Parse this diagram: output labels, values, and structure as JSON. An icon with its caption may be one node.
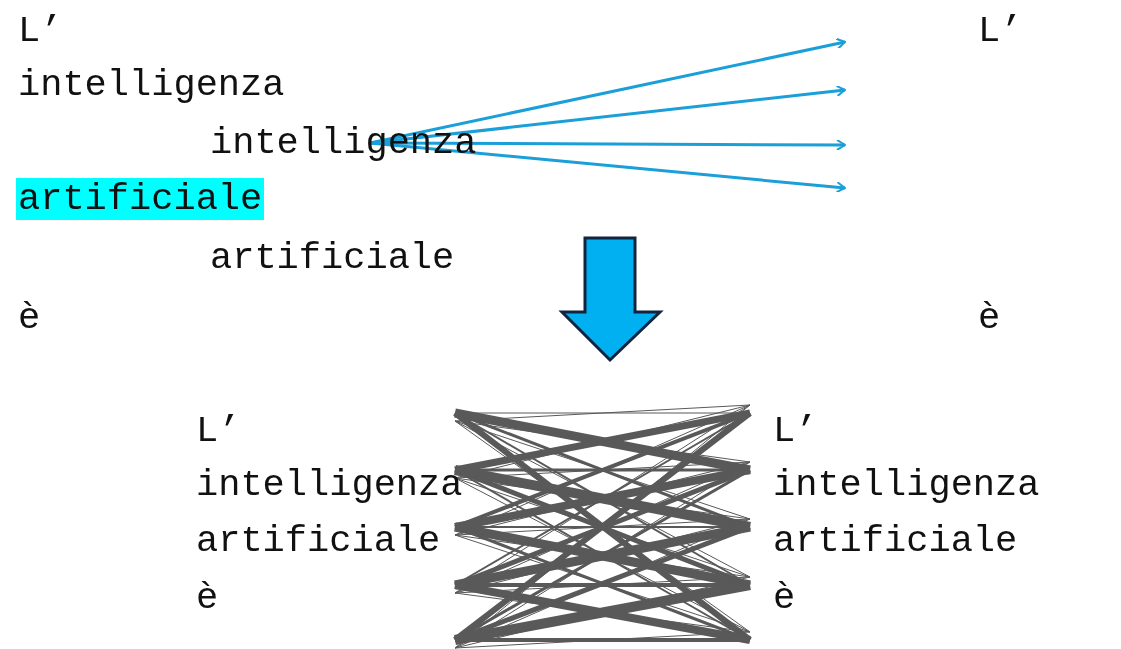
{
  "diagram": {
    "nodes": [
      {
        "text": [
          "L’"
        ]
      },
      {
        "text": [
          "intelligenza"
        ]
      },
      {
        "text": [
          "intelligenza"
        ]
      },
      {
        "text": [
          "artificiale"
        ]
      },
      {
        "text": [
          "artificiale"
        ]
      },
      {
        "text": [
          "è"
        ]
      },
      {
        "text": [
          "L’"
        ]
      },
      {
        "text": [
          "è"
        ]
      },
      {
        "text": [
          "L’"
        ]
      },
      {
        "text": [
          "intelligenza"
        ]
      },
      {
        "text": [
          "artificiale"
        ]
      },
      {
        "text": [
          "è"
        ]
      },
      {
        "text": [
          "L’"
        ]
      },
      {
        "text": [
          "intelligenza"
        ]
      },
      {
        "text": [
          "artificiale"
        ]
      },
      {
        "text": [
          "è"
        ]
      }
    ],
    "edges": [
      {
        "from": 2,
        "to": null,
        "arrow": "to"
      },
      {
        "from": 2,
        "to": null,
        "arrow": "to"
      },
      {
        "from": 2,
        "to": null,
        "arrow": "to"
      },
      {
        "from": 2,
        "to": null,
        "arrow": "to"
      }
    ]
  }
}
